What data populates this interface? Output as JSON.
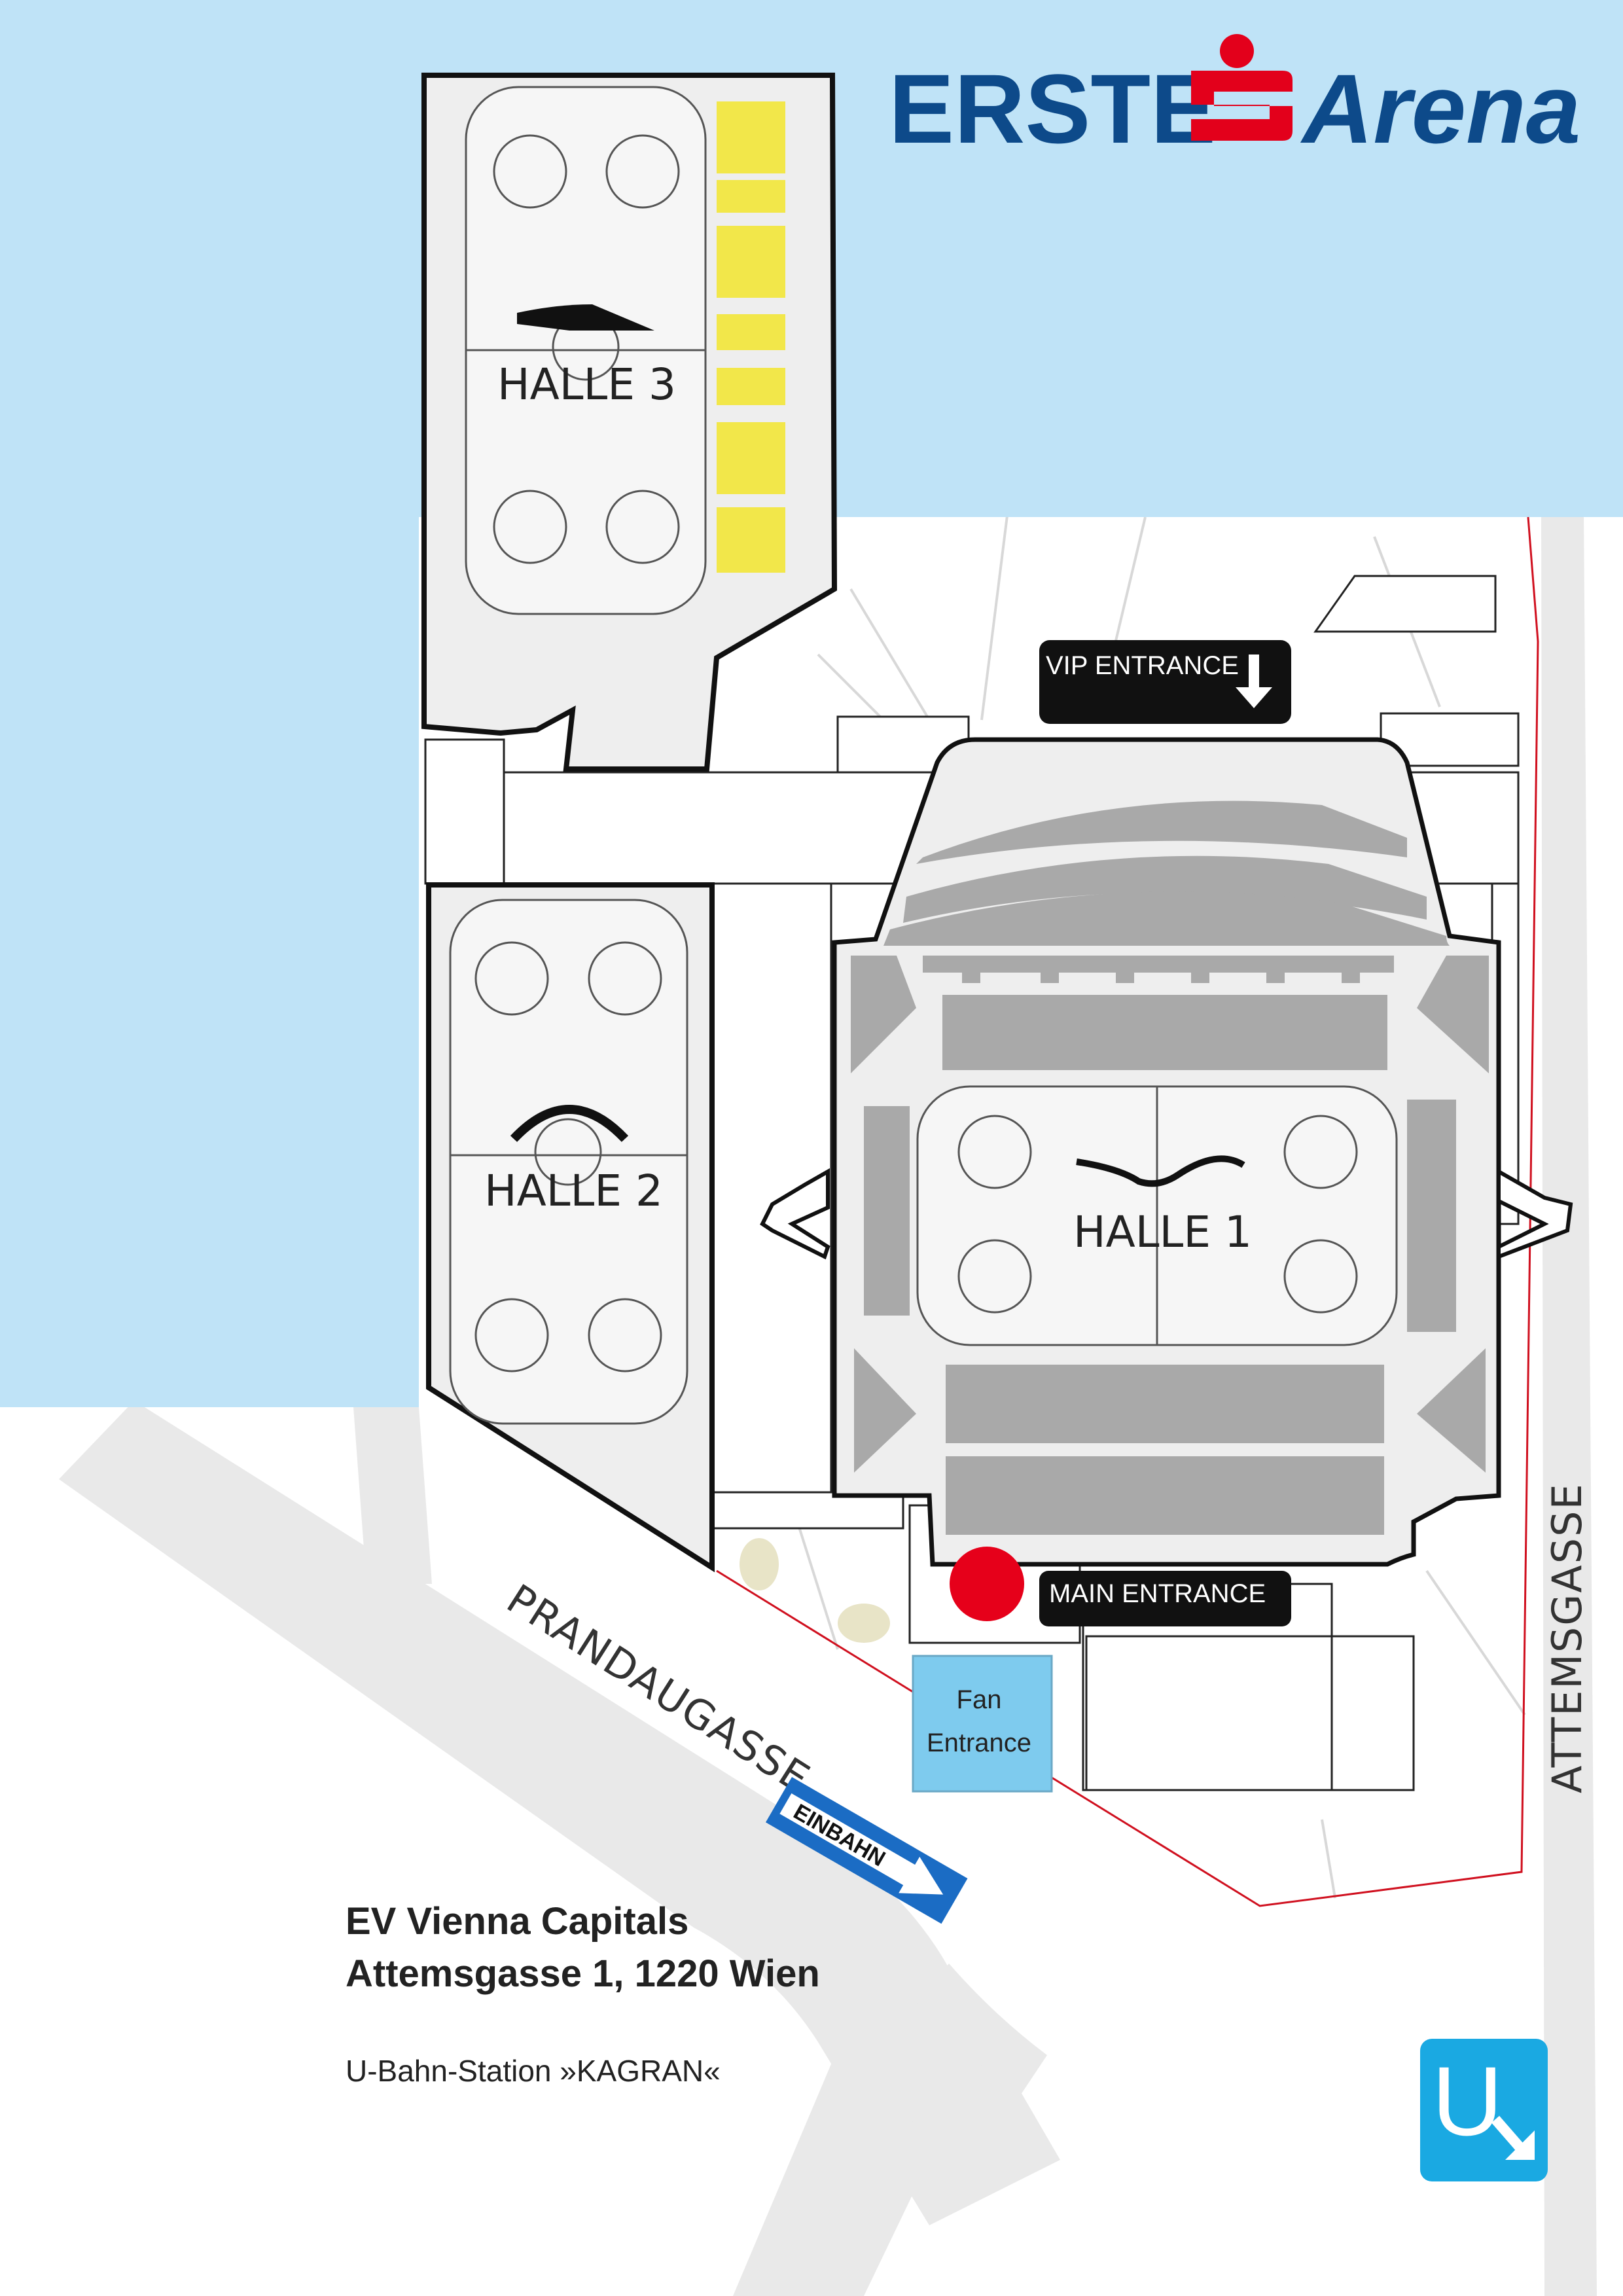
{
  "brand": {
    "name_left": "ERSTE",
    "name_right": "Arena",
    "brand_blue": "#0d4a8a",
    "brand_red": "#e3001b"
  },
  "colors": {
    "sky": "#bfe3f7",
    "ground": "#ffffff",
    "road": "#e9e9e9",
    "building_fill": "#eeeeee",
    "stand_gray": "#a9a9a9",
    "seat_yellow": "#f2e74a",
    "entrance_black": "#111111",
    "fan_box": "#7ecbee",
    "main_dot": "#e6001a",
    "oneway_blue": "#1b6cc4",
    "ubahn_blue": "#1aa9e2",
    "boundary_red": "#d0101f"
  },
  "halls": {
    "h3": "HALLE 3",
    "h2": "HALLE 2",
    "h1": "HALLE 1"
  },
  "entrances": {
    "vip": "VIP ENTRANCE",
    "main": "MAIN ENTRANCE",
    "fan_line1": "Fan",
    "fan_line2": "Entrance"
  },
  "streets": {
    "prandaugasse": "PRANDAUGASSE",
    "attemsgasse": "ATTEMSGASSE",
    "oneway": "EINBAHN"
  },
  "address": {
    "line1": "EV Vienna Capitals",
    "line2": "Attemsgasse 1, 1220 Wien",
    "transit": "U-Bahn-Station »KAGRAN«"
  },
  "ubahn": {
    "letter": "U",
    "icon": "arrow-down-right-icon"
  },
  "icons": {
    "vip_arrow": "arrow-down-icon",
    "sculpture": "sculpture-icon"
  }
}
